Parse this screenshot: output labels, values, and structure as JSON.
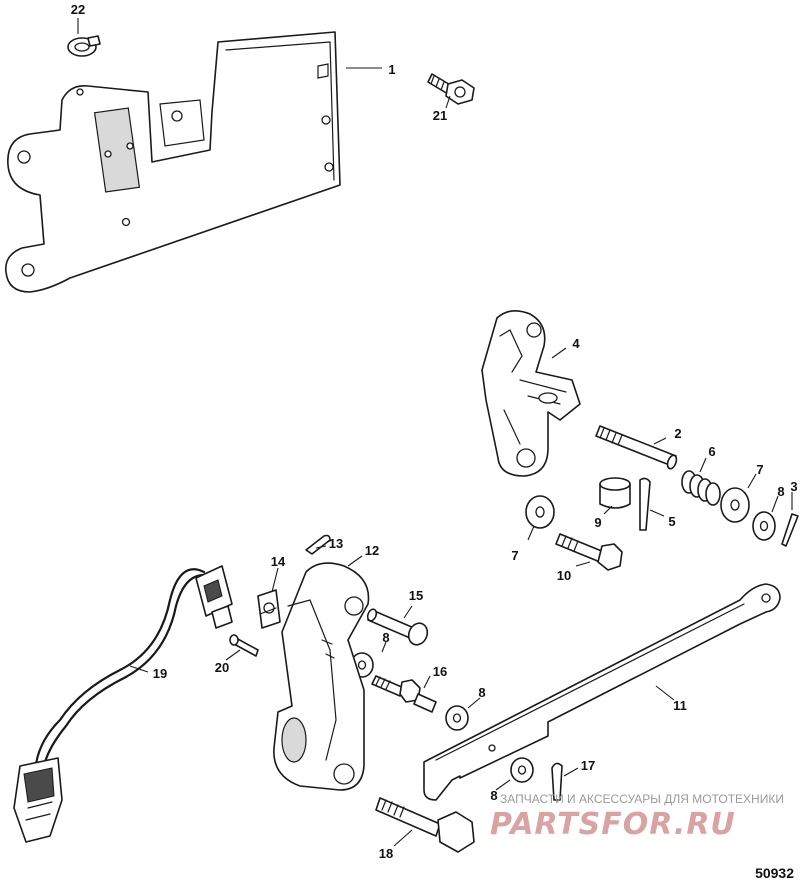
{
  "callouts": [
    "1",
    "2",
    "3",
    "4",
    "5",
    "6",
    "7",
    "7",
    "8",
    "8",
    "8",
    "8",
    "9",
    "10",
    "11",
    "12",
    "13",
    "14",
    "15",
    "16",
    "17",
    "18",
    "19",
    "20",
    "21",
    "22"
  ],
  "watermark": {
    "tagline": "ЗАПЧАСТИ И АКСЕССУАРЫ ДЛЯ МОТОТЕХНИКИ",
    "logo": "PARTSFOR.RU"
  },
  "diagram_number": "50932"
}
